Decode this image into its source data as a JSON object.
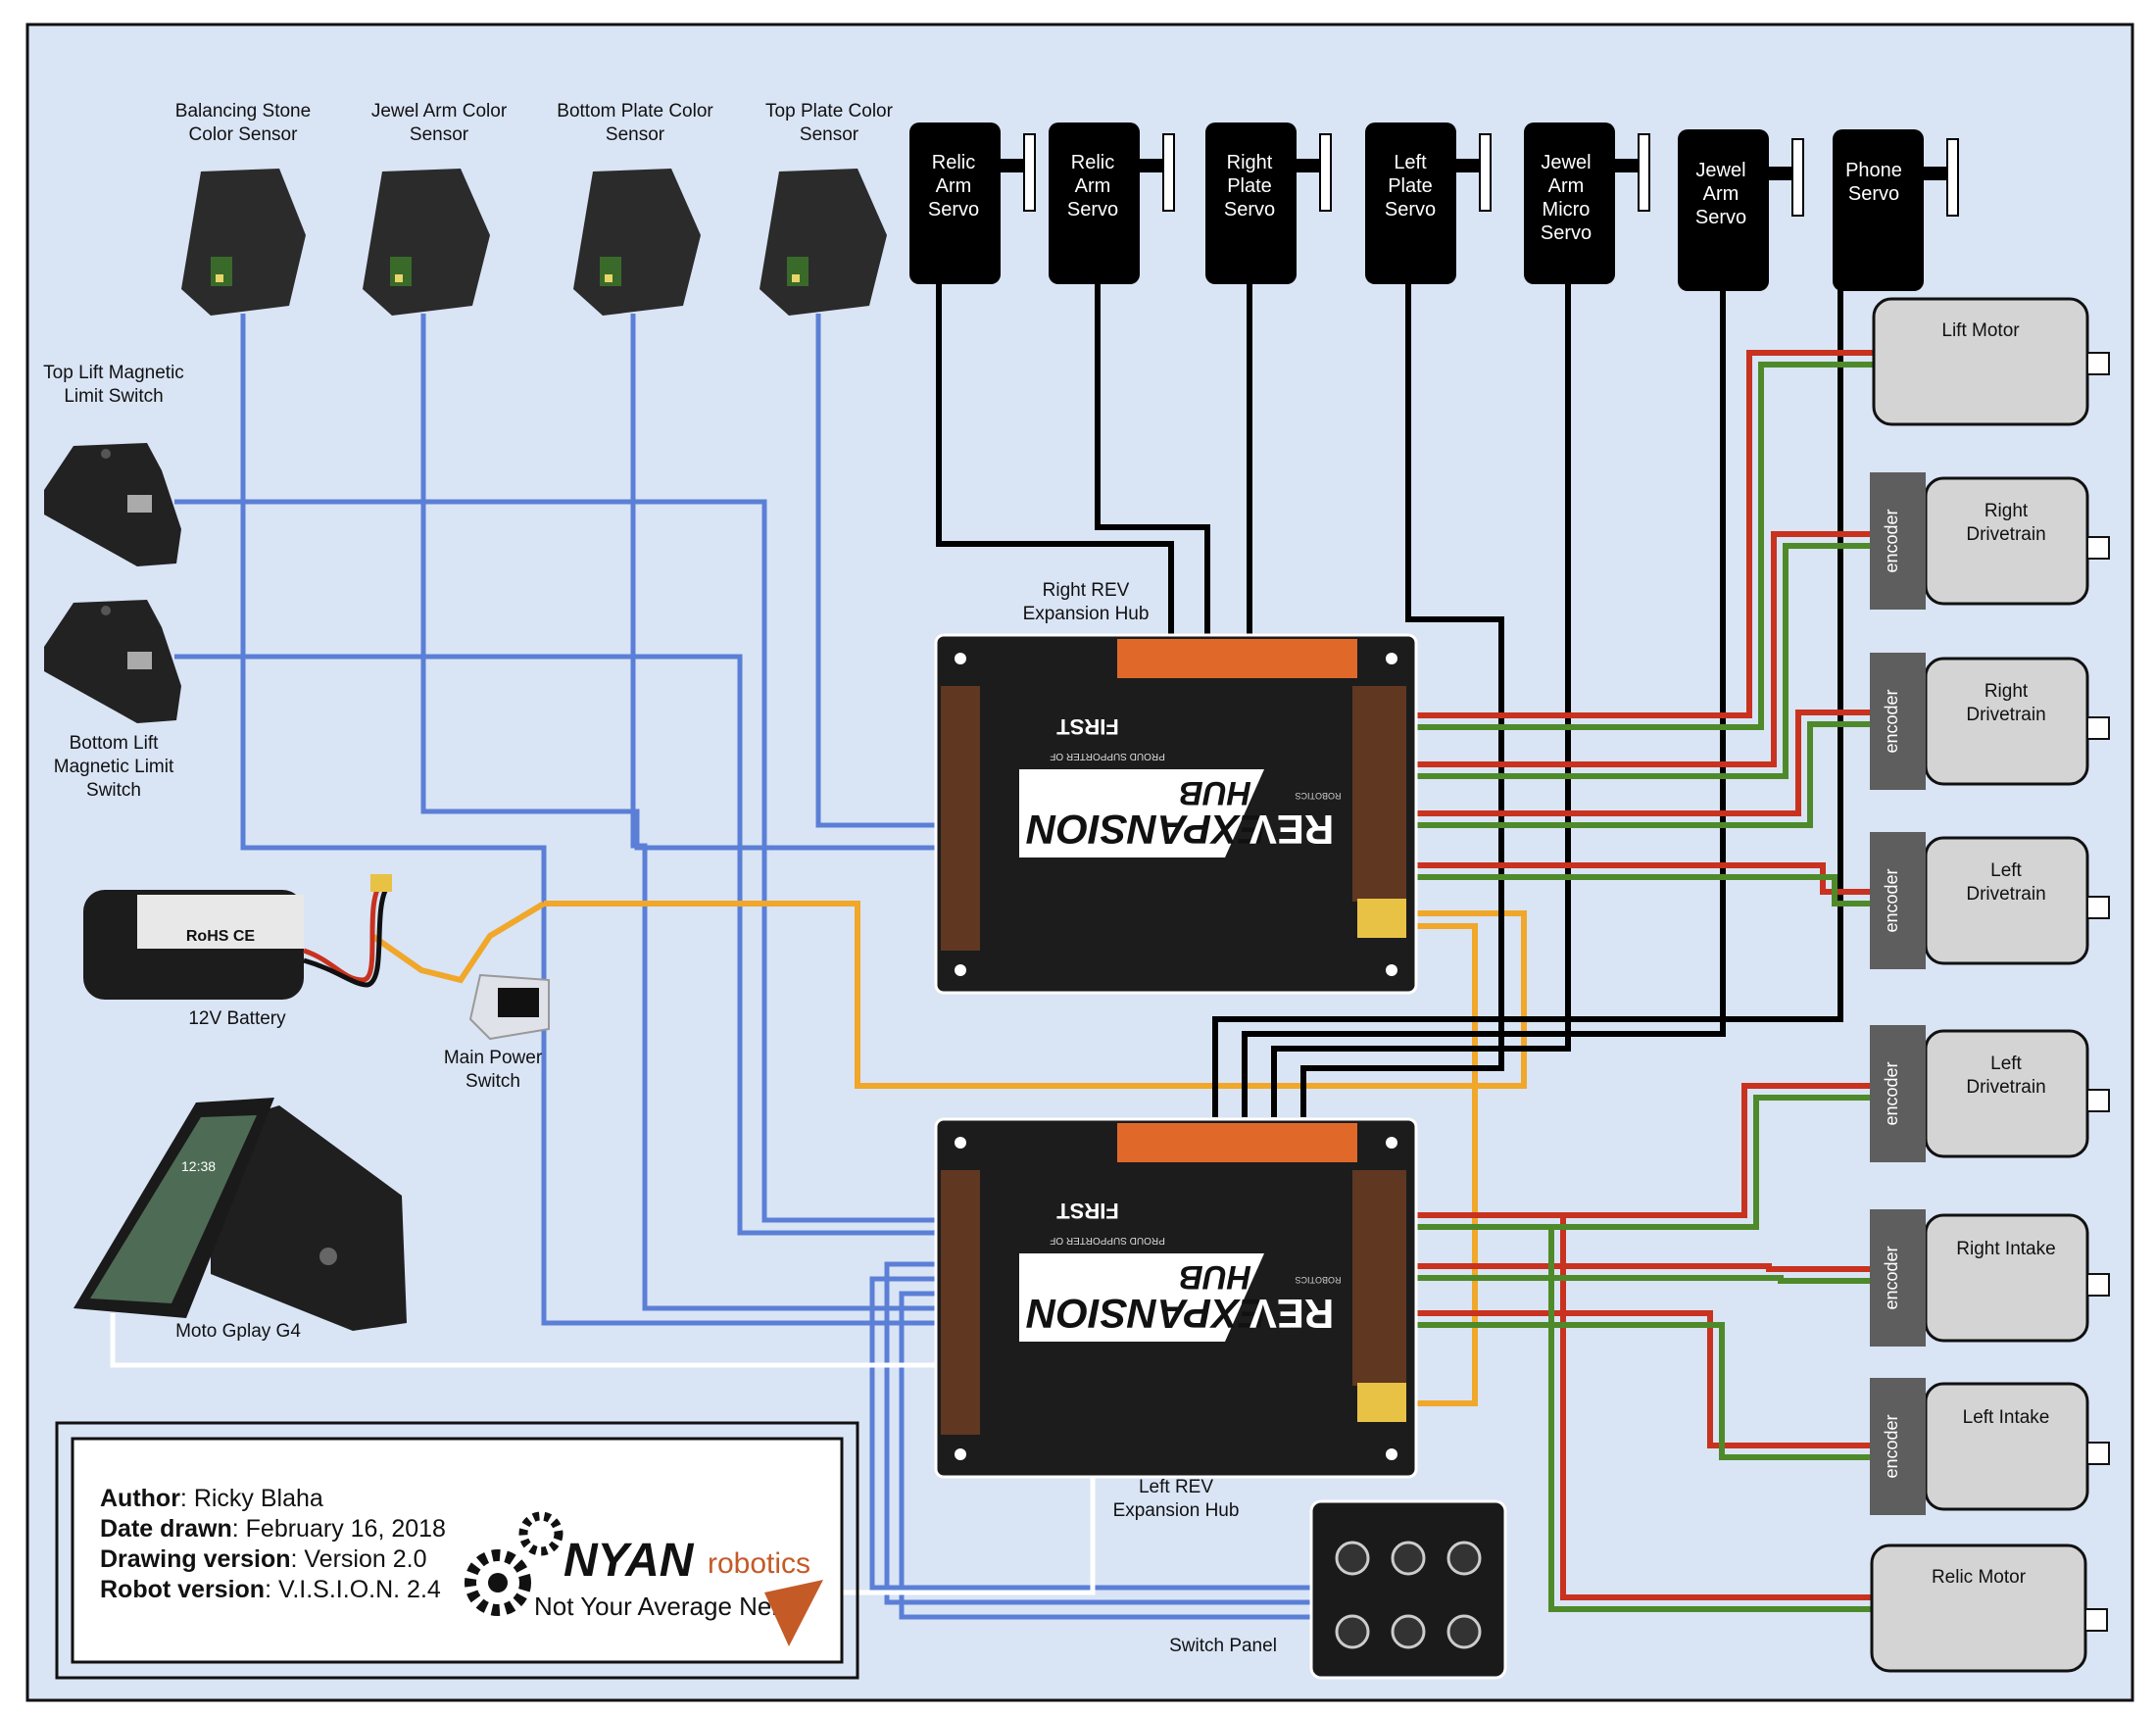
{
  "colors": {
    "background": "#d9e4f5",
    "sensor_wire": "#5b7fd6",
    "servo_wire": "#000000",
    "power_wire": "#f0a72a",
    "motor_red": "#c8321e",
    "motor_green": "#4f8a2a",
    "phone_wire": "#ffffff",
    "hub_body": "#1c1c1c",
    "hub_orange": "#e0692a",
    "motor_body": "#d4d4d4",
    "encoder": "#5e5e5e"
  },
  "color_sensors": [
    {
      "line1": "Balancing Stone",
      "line2": "Color Sensor"
    },
    {
      "line1": "Jewel Arm Color",
      "line2": "Sensor"
    },
    {
      "line1": "Bottom Plate Color",
      "line2": "Sensor"
    },
    {
      "line1": "Top Plate Color",
      "line2": "Sensor"
    }
  ],
  "limit_switches": {
    "top": {
      "line1": "Top Lift Magnetic",
      "line2": "Limit Switch"
    },
    "bottom": {
      "line1": "Bottom Lift",
      "line2": "Magnetic Limit",
      "line3": "Switch"
    }
  },
  "servos": [
    {
      "lines": [
        "Relic",
        "Arm",
        "Servo"
      ]
    },
    {
      "lines": [
        "Relic",
        "Arm",
        "Servo"
      ]
    },
    {
      "lines": [
        "Right",
        "Plate",
        "Servo"
      ]
    },
    {
      "lines": [
        "Left",
        "Plate",
        "Servo"
      ]
    },
    {
      "lines": [
        "Jewel",
        "Arm",
        "Micro",
        "Servo"
      ]
    },
    {
      "lines": [
        "Jewel",
        "Arm",
        "Servo"
      ]
    },
    {
      "lines": [
        "Phone",
        "Servo"
      ]
    }
  ],
  "motors": [
    {
      "line1": "Lift Motor",
      "line2": "",
      "encoder": ""
    },
    {
      "line1": "Right",
      "line2": "Drivetrain",
      "encoder": "encoder"
    },
    {
      "line1": "Right",
      "line2": "Drivetrain",
      "encoder": "encoder"
    },
    {
      "line1": "Left",
      "line2": "Drivetrain",
      "encoder": "encoder"
    },
    {
      "line1": "Left",
      "line2": "Drivetrain",
      "encoder": "encoder"
    },
    {
      "line1": "Right Intake",
      "line2": "",
      "encoder": "encoder"
    },
    {
      "line1": "Left Intake",
      "line2": "",
      "encoder": "encoder"
    },
    {
      "line1": "Relic Motor",
      "line2": "",
      "encoder": ""
    }
  ],
  "hubs": {
    "right": {
      "line1": "Right REV",
      "line2": "Expansion Hub"
    },
    "left": {
      "line1": "Left  REV",
      "line2": "Expansion Hub"
    },
    "brand_rev": "REV",
    "brand_robotics": "ROBOTICS",
    "brand_expansion": "EXPANSION",
    "brand_hub": "HUB",
    "brand_first": "FIRST",
    "brand_supporter": "PROUD SUPPORTER OF"
  },
  "battery": {
    "label": "12V Battery",
    "sticker": "RoHS  CE"
  },
  "main_switch": {
    "line1": "Main Power",
    "line2": "Switch"
  },
  "phone": {
    "label": "Moto Gplay G4",
    "clock": "12:38"
  },
  "switch_panel": {
    "label": "Switch Panel"
  },
  "info_box": {
    "author_key": "Author",
    "author_value": ": Ricky Blaha",
    "date_key": "Date drawn",
    "date_value": ": February 16, 2018",
    "drawing_key": "Drawing version",
    "drawing_value": ": Version 2.0",
    "robot_key": "Robot version",
    "robot_value": ": V.I.S.I.O.N. 2.4"
  },
  "logo": {
    "name": "NYAN",
    "suffix": "robotics",
    "tagline": "Not Your Average Nerds"
  }
}
